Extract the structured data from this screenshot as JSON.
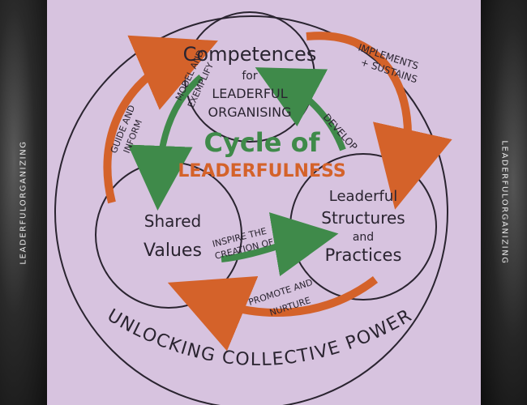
{
  "side_label": "LEADERFULORGANIZING",
  "title": {
    "line1": "Cycle of",
    "line2": "LEADERFULNESS"
  },
  "nodes": {
    "competences": {
      "title": "Competences",
      "line2": "for",
      "line3": "LEADERFUL",
      "line4": "ORGANISING"
    },
    "values": {
      "line1": "Shared",
      "line2": "Values"
    },
    "structures": {
      "line1": "Leaderful",
      "line2": "Structures",
      "line3": "and",
      "line4": "Practices"
    }
  },
  "arrows": {
    "implements_1": "IMPLEMENTS",
    "implements_2": "+ SUSTAINS",
    "develop": "DEVELOP",
    "model_1": "MODEL AND",
    "model_2": "EXEMPLIFY",
    "guide_1": "GUIDE AND",
    "guide_2": "INFORM",
    "inspire_1": "INSPIRE THE",
    "inspire_2": "CREATION OF",
    "promote_1": "PROMOTE AND",
    "promote_2": "NURTURE"
  },
  "footer": "UNLOCKING COLLECTIVE POWER",
  "colors": {
    "board": "#d7c3df",
    "ink": "#2a2430",
    "orange": "#d4622a",
    "green": "#3f8a4a"
  }
}
